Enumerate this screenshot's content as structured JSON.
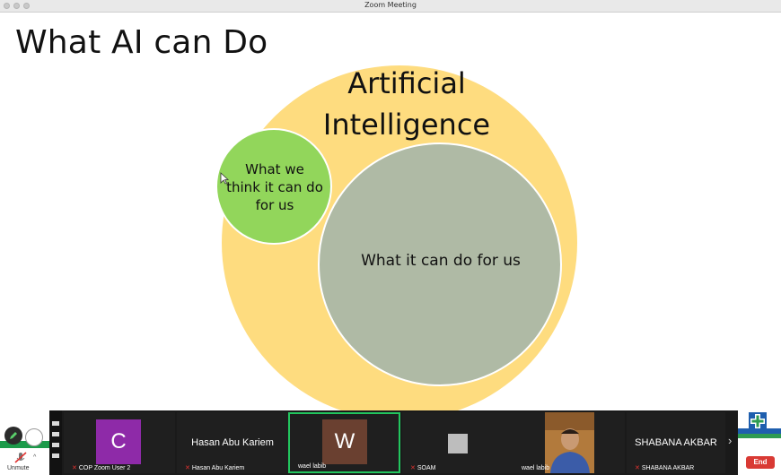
{
  "window": {
    "title": "Zoom Meeting"
  },
  "slide": {
    "title": "What AI can Do",
    "ai_label": "Artificial Intelligence",
    "think_label": "What we think it can do for us",
    "can_label": "What it can do for us",
    "colors": {
      "ai": "#fedc7f",
      "think": "#92d65b",
      "can": "#afbaa5"
    }
  },
  "controls": {
    "unmute_label": "Unmute",
    "end_label": "End"
  },
  "gallery": {
    "tiles": [
      {
        "avatar_letter": "C",
        "avatar_color": "#8e2aa8",
        "name": "COP Zoom User 2"
      },
      {
        "display_name": "Hasan Abu Kariem",
        "name": "Hasan Abu Kariem"
      },
      {
        "avatar_letter": "W",
        "avatar_color": "#6a4030",
        "name": "wael labib",
        "active": true
      },
      {
        "name": "SOAM"
      },
      {
        "name": "wael labib"
      },
      {
        "display_name": "SHABANA AKBAR",
        "name": "SHABANA AKBAR"
      }
    ]
  }
}
